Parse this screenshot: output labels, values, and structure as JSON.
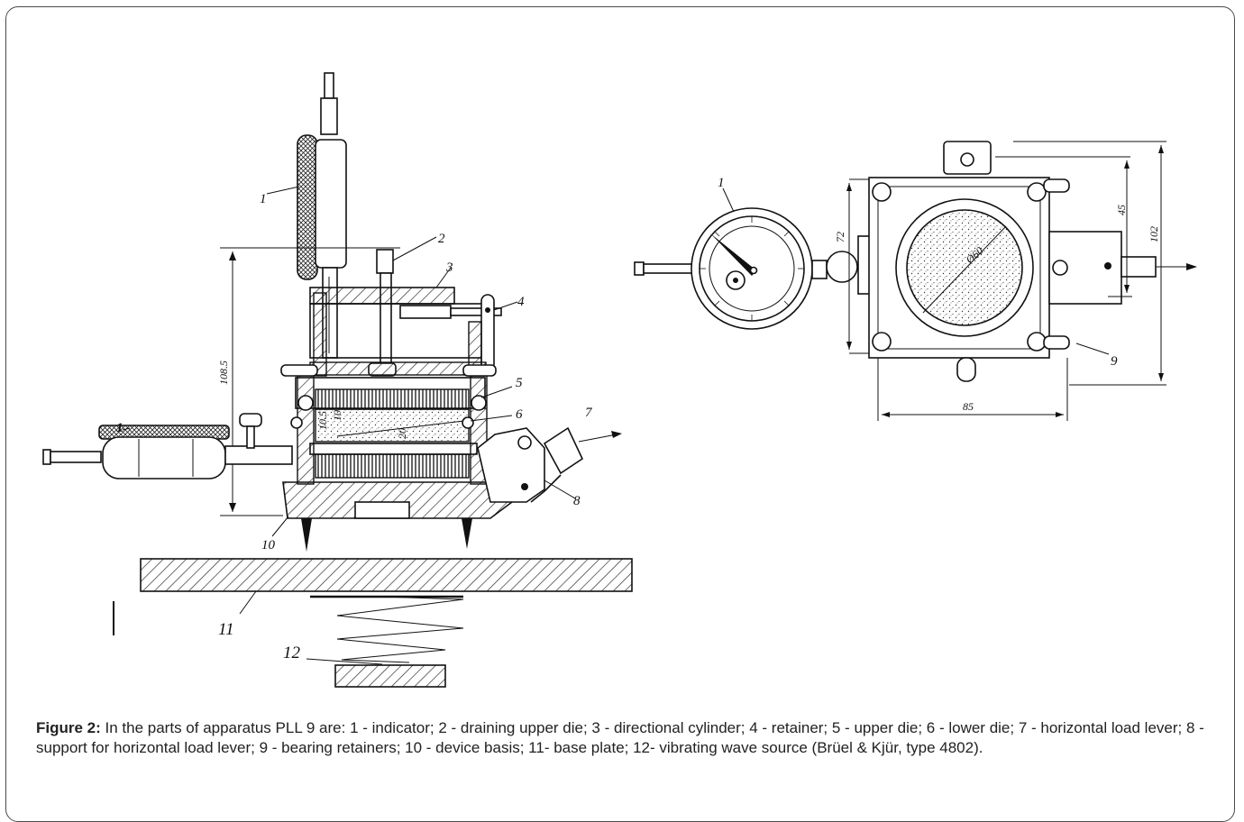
{
  "figure": {
    "caption_label": "Figure 2:",
    "caption_text": " In the parts of apparatus PLL 9 are: 1 - indicator; 2 - draining upper die; 3 - directional cylinder; 4 - retainer; 5 - upper die; 6 - lower die; 7 - horizontal load lever; 8 - support for horizontal load lever; 9 - bearing retainers; 10 - device basis; 11- base plate; 12- vibrating wave source (Brüel & Kjür, type 4802)."
  },
  "side_view": {
    "labels": {
      "n1_top": "1",
      "n2": "2",
      "n3": "3",
      "n4": "4",
      "n5": "5",
      "n6": "6",
      "n7": "7",
      "n8": "8",
      "n1_left": "1",
      "n10": "10",
      "n11": "11",
      "n12": "12"
    },
    "dims": {
      "height": "108.5",
      "inner_a": "10",
      "inner_b": "10.5",
      "inner_c": "20"
    }
  },
  "top_view": {
    "labels": {
      "n1": "1",
      "n9": "9"
    },
    "dims": {
      "d72": "72",
      "d45": "45",
      "d102": "102",
      "d85": "85",
      "diam": "Ø60"
    }
  }
}
